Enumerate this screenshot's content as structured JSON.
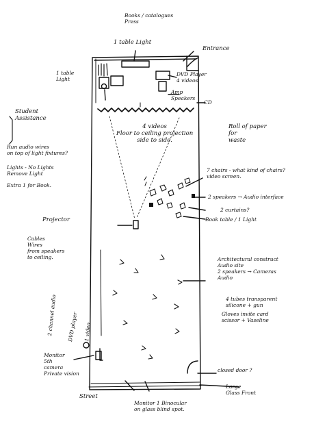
{
  "labels": {
    "books": "Books / catalogues\nPress",
    "table_light_top": "1 table Light",
    "entrance": "Entrance",
    "table_light_left": "1 table\nLight",
    "dvd_player": "DVD Player\n4 videos",
    "amp_speakers": "Amp\nSpeakers",
    "cd": "CD",
    "student": "Student\nAssistance",
    "run_audio": "Run audio wires\non top of light fixtures?",
    "lights": "Lights - No Lights\nRemove Light",
    "extra_light": "Extra 1 for Book.",
    "videos": "4 videos\nFloor to ceiling projection\nside to side.",
    "roll_paper": "Roll of paper\nfor\nwaste",
    "chairs": "7 chairs - what kind of chairs?\nvideo screen.",
    "speakers_right": "2 speakers → Audio interface",
    "curtains": "2 curtains?",
    "book_table": "Book table / 1 Light",
    "projector": "Projector",
    "cables": "Cables\nWires\nfrom speakers\nto ceiling.",
    "architectural": "Architectural construct\nAudio site\n2 speakers → Cameras\nAudio",
    "tubes": "4 tubes transparent\nsilicone + gun",
    "gloves": "Gloves invite card\nscissor + Vaseline",
    "two_channel": "2 channel audio",
    "dvd_left": "DVD player",
    "video_left": "1 video",
    "monitor": "Monitor\n5th\ncamera\nPrivate vision",
    "closed_door": "closed door ?",
    "large_glass": "Large\nGlass Front",
    "street": "Street",
    "binocular": "Monitor 1 Binocular\non glass blind spot."
  }
}
